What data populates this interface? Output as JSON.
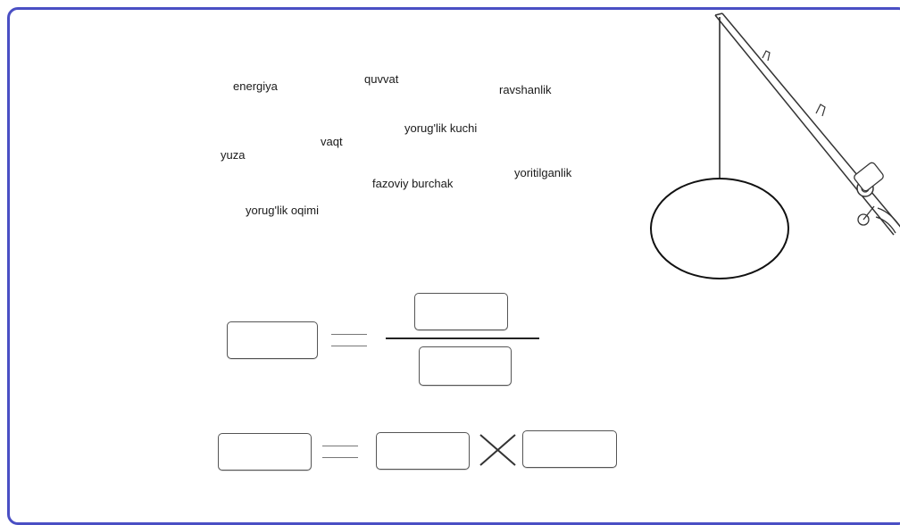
{
  "words": [
    {
      "id": "energiya",
      "text": "energiya"
    },
    {
      "id": "quvvat",
      "text": "quvvat"
    },
    {
      "id": "ravshanlik",
      "text": "ravshanlik"
    },
    {
      "id": "yorugllik-kuchi",
      "text": "yorug'lik kuchi"
    },
    {
      "id": "vaqt",
      "text": "vaqt"
    },
    {
      "id": "yuza",
      "text": "yuza"
    },
    {
      "id": "yoritilganlik",
      "text": "yoritilganlik"
    },
    {
      "id": "fazoviy-burchak",
      "text": "fazoviy burchak"
    },
    {
      "id": "yoruglik-oqimi",
      "text": "yorug'lik oqimi"
    }
  ],
  "equation1": {
    "operator": "=",
    "form": "fraction"
  },
  "equation2": {
    "operator1": "=",
    "operator2": "×"
  },
  "colors": {
    "frame_border": "#4a4fc4",
    "slot_border": "#555555"
  },
  "icons": {
    "fishing_rod": "fishing-rod-icon",
    "catch_area": "net-hoop-icon"
  }
}
